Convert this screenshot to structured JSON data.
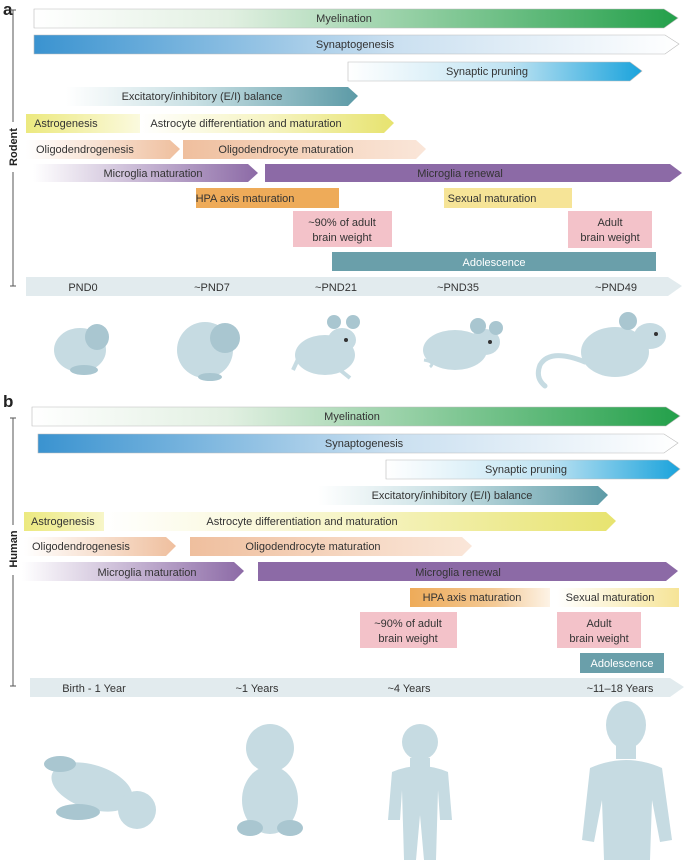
{
  "panel_a": {
    "letter": "a",
    "side_label": "Rodent",
    "bars": {
      "myelination": "Myelination",
      "synaptogenesis": "Synaptogenesis",
      "synaptic_pruning": "Synaptic pruning",
      "ei_balance": "Excitatory/inhibitory (E/I) balance",
      "astrogenesis": "Astrogenesis",
      "astrocyte_diff": "Astrocyte differentiation and maturation",
      "oligodendrogenesis": "Oligodendrogenesis",
      "oligo_maturation": "Oligodendrocyte maturation",
      "microglia_maturation": "Microglia maturation",
      "microglia_renewal": "Microglia renewal",
      "hpa_axis": "HPA axis maturation",
      "sexual_maturation": "Sexual maturation",
      "brain_weight_90_line1": "~90% of adult",
      "brain_weight_90_line2": "brain weight",
      "adult_brain_line1": "Adult",
      "adult_brain_line2": "brain weight",
      "adolescence": "Adolescence"
    },
    "timeline": [
      "PND0",
      "~PND7",
      "~PND21",
      "~PND35",
      "~PND49"
    ]
  },
  "panel_b": {
    "letter": "b",
    "side_label": "Human",
    "bars": {
      "myelination": "Myelination",
      "synaptogenesis": "Synaptogenesis",
      "synaptic_pruning": "Synaptic pruning",
      "ei_balance": "Excitatory/inhibitory (E/I) balance",
      "astrogenesis": "Astrogenesis",
      "astrocyte_diff": "Astrocyte differentiation and maturation",
      "oligodendrogenesis": "Oligodendrogenesis",
      "oligo_maturation": "Oligodendrocyte maturation",
      "microglia_maturation": "Microglia maturation",
      "microglia_renewal": "Microglia renewal",
      "hpa_axis": "HPA axis maturation",
      "sexual_maturation": "Sexual maturation",
      "brain_weight_90_line1": "~90% of adult",
      "brain_weight_90_line2": "brain weight",
      "adult_brain_line1": "Adult",
      "adult_brain_line2": "brain weight",
      "adolescence": "Adolescence"
    },
    "timeline": [
      "Birth - 1 Year",
      "~1 Years",
      "~4 Years",
      "~11–18 Years"
    ]
  },
  "colors": {
    "myelination": "#23a04a",
    "synaptogenesis": "#3a93d0",
    "synaptic_pruning": "#1aa3dc",
    "ei_balance": "#5c9aa6",
    "astrogenesis": "#e7e36f",
    "oligodendrocyte": "#efbf9e",
    "microglia": "#8c6aa6",
    "hpa_axis": "#eeab59",
    "sexual_maturation": "#f6e497",
    "brain_weight": "#f3c2c9",
    "adolescence": "#6a9faa",
    "timeline": "#e2ebee",
    "silhouette": "#c6dbe2"
  }
}
